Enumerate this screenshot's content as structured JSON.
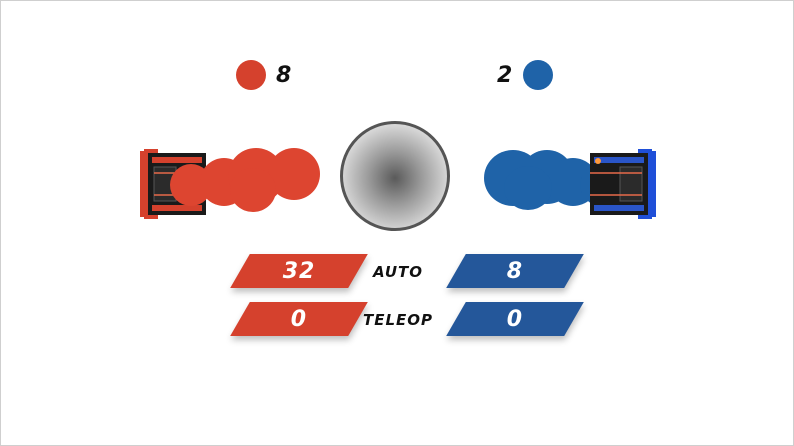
{
  "colors": {
    "red": "#d5412d",
    "blue": "#1f63a8",
    "blue_box": "#24579a"
  },
  "red_alliance": {
    "ball_count": "8",
    "auto_score": "32",
    "teleop_score": "0"
  },
  "blue_alliance": {
    "ball_count": "2",
    "auto_score": "8",
    "teleop_score": "0"
  },
  "labels": {
    "auto": "AUTO",
    "teleop": "TELEOP"
  },
  "icons": {
    "robot": "robot-icon",
    "ball": "ball-icon",
    "hub": "hub-icon"
  }
}
